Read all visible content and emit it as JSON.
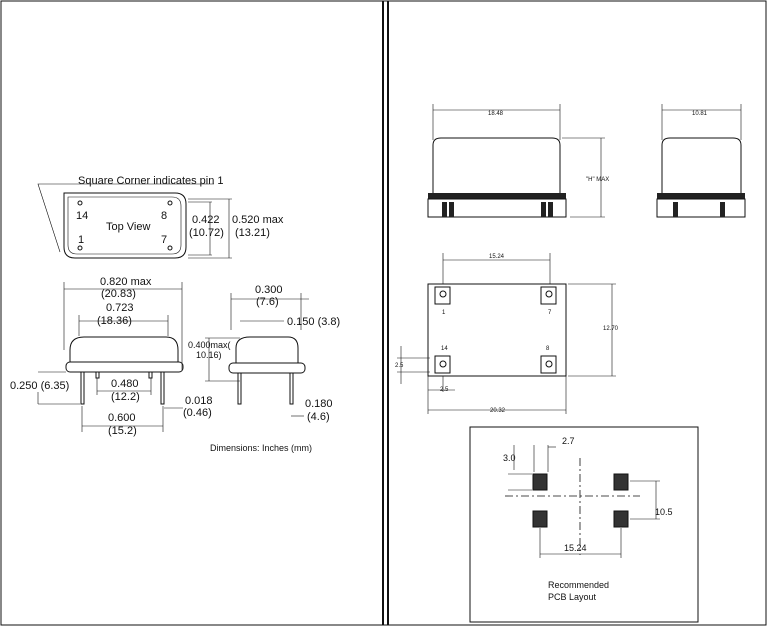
{
  "left_panel": {
    "pin1_note": "Square Corner indicates pin 1",
    "top_view": {
      "label": "Top View",
      "pin14": "14",
      "pin8": "8",
      "pin1": "1",
      "pin7": "7",
      "dim_height_in": "0.422",
      "dim_height_mm": "(10.72)",
      "dim_width_in": "0.520 max",
      "dim_width_mm": "(13.21)"
    },
    "side_view": {
      "overall_in": "0.820 max",
      "overall_mm": "(20.83)",
      "body_in": "0.723",
      "body_mm": "(18.36)",
      "lead_len": "0.250  (6.35)",
      "pin_span_in": "0.480",
      "pin_span_mm": "(12.2)",
      "pitch_in": "0.600",
      "pitch_mm": "(15.2)",
      "lead_dia_in": "0.018",
      "lead_dia_mm": "(0.46)"
    },
    "end_view": {
      "width_in": "0.300",
      "width_mm": "(7.6)",
      "height_in": "0.400max(",
      "height_mm": "10.16)",
      "flange": "0.150  (3.8)",
      "lead_in": "0.180",
      "lead_mm": "(4.6)"
    },
    "units_note": "Dimensions:  Inches (mm)"
  },
  "right_panel": {
    "front_width": "18.48",
    "side_width": "10.81",
    "height_label": "\"H\" MAX",
    "bottom": {
      "pin_span": "15.24",
      "height": "12.70",
      "width": "20.32",
      "offset_left": "2.5",
      "offset_bottom": "2.5",
      "pin1": "1",
      "pin7": "7",
      "pin14": "14",
      "pin8": "8"
    },
    "pcb": {
      "pad_w": "2.7",
      "pad_h": "3.0",
      "spacing_v": "10.5",
      "spacing_h": "15.24",
      "caption1": "Recommended",
      "caption2": "PCB Layout"
    }
  }
}
